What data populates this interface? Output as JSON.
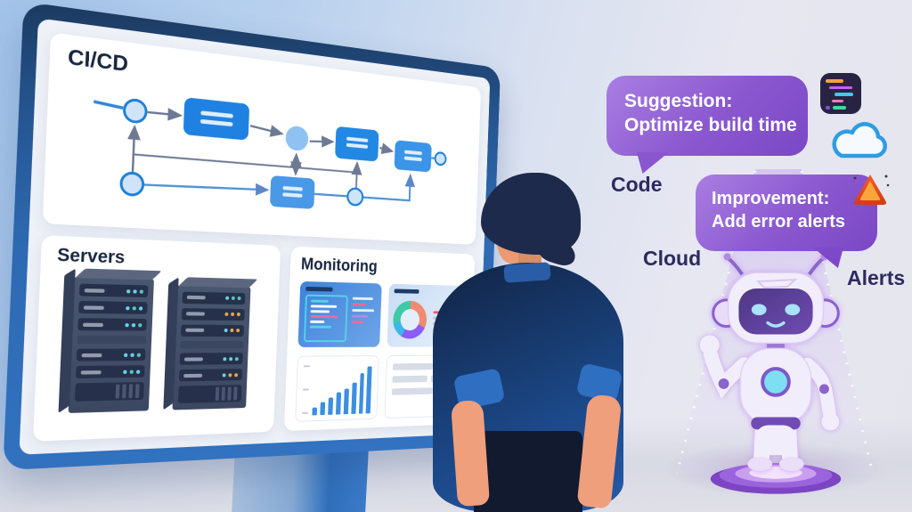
{
  "screen": {
    "cicd_title": "CI/CD",
    "servers_title": "Servers",
    "monitoring_title": "Monitoring",
    "servers": {
      "towers": [
        {
          "led_rows": [
            [
              "#66d6e8",
              "#66d6e8",
              "#5ac8c0"
            ],
            [
              "#66d6e8",
              "#5ac8c0",
              "#66d6e8"
            ],
            [
              "#66d6e8",
              "#66d6e8",
              "#5ac8c0"
            ],
            [
              "#66d6e8",
              "#66d6e8",
              "#5ac8c0"
            ],
            [
              "#66d6e8",
              "#5ac8c0",
              "#66d6e8"
            ]
          ]
        },
        {
          "led_rows": [
            [
              "#66d6e8",
              "#5ac8c0",
              "#5ac8c0"
            ],
            [
              "#e8a84a",
              "#e8a84a",
              "#e8a84a"
            ],
            [
              "#66d6e8",
              "#e8a84a",
              "#e8a84a"
            ],
            [
              "#66d6e8",
              "#66d6e8",
              "#5ac8c0"
            ],
            [
              "#66d6e8",
              "#e8a84a",
              "#e8a84a"
            ]
          ]
        }
      ]
    },
    "monitoring": {
      "code_card": {
        "box_lines": [
          {
            "c": "#55d4e8",
            "w": 55
          },
          {
            "c": "#ffffff",
            "w": 82
          },
          {
            "c": "#ffffff",
            "w": 60
          },
          {
            "c": "#f06a9c",
            "w": 88
          },
          {
            "c": "#ffffff",
            "w": 46
          },
          {
            "c": "#55d4e8",
            "w": 68
          }
        ],
        "side_lines": [
          {
            "c": "#e8eef8",
            "w": 85
          },
          {
            "c": "#f06a9c",
            "w": 58
          },
          {
            "c": "#e8eef8",
            "w": 92
          },
          {
            "c": "#b08ae8",
            "w": 68
          },
          {
            "c": "#f06a9c",
            "w": 52
          }
        ]
      },
      "donut_card": {
        "segments": [
          {
            "c": "#f08a70",
            "pct": 32
          },
          {
            "c": "#8b5cf6",
            "pct": 26
          },
          {
            "c": "#3ab8e8",
            "pct": 14
          },
          {
            "c": "#3ec9a7",
            "pct": 28
          }
        ],
        "side_lines": [
          {
            "c": "#e85a6e",
            "w": 72
          },
          {
            "c": "#b9c4d6",
            "w": 90
          },
          {
            "c": "#b9c4d6",
            "w": 68
          },
          {
            "c": "#b9c4d6",
            "w": 84
          }
        ]
      },
      "bar_card": {
        "bars": [
          14,
          24,
          32,
          42,
          50,
          60,
          78,
          92
        ]
      },
      "list_card": {
        "rows": [
          [
            62,
            30
          ],
          [
            54,
            38
          ],
          [
            64,
            28
          ]
        ]
      }
    }
  },
  "bubbles": [
    {
      "line1": "Suggestion:",
      "line2": "Optimize build time"
    },
    {
      "line1": "Improvement:",
      "line2": "Add error alerts"
    }
  ],
  "labels": {
    "code": "Code",
    "cloud": "Cloud",
    "alerts": "Alerts"
  },
  "icons": {
    "code_editor_rows": [
      {
        "ml": 0,
        "bars": [
          {
            "c": "#f0a43c",
            "w": 20
          }
        ]
      },
      {
        "ml": 4,
        "bars": [
          {
            "c": "#c565e8",
            "w": 26
          }
        ]
      },
      {
        "ml": 10,
        "bars": [
          {
            "c": "#48c6ee",
            "w": 21
          }
        ]
      },
      {
        "ml": 7,
        "bars": [
          {
            "c": "#ef7ab2",
            "w": 13
          }
        ]
      },
      {
        "ml": 0,
        "bars": [
          {
            "c": "#7a52d8",
            "w": 5
          },
          {
            "c": "#44d69e",
            "w": 15
          }
        ]
      }
    ]
  },
  "colors": {
    "bubble_from": "#a97ee2",
    "bubble_to": "#7b48c6",
    "accent_blue": "#2e86d8",
    "frame_blue": "#2e6ab2",
    "label_text": "#2d2a5e",
    "warning_orange": "#f08c1e",
    "robot_glow": "#c89ef2"
  }
}
